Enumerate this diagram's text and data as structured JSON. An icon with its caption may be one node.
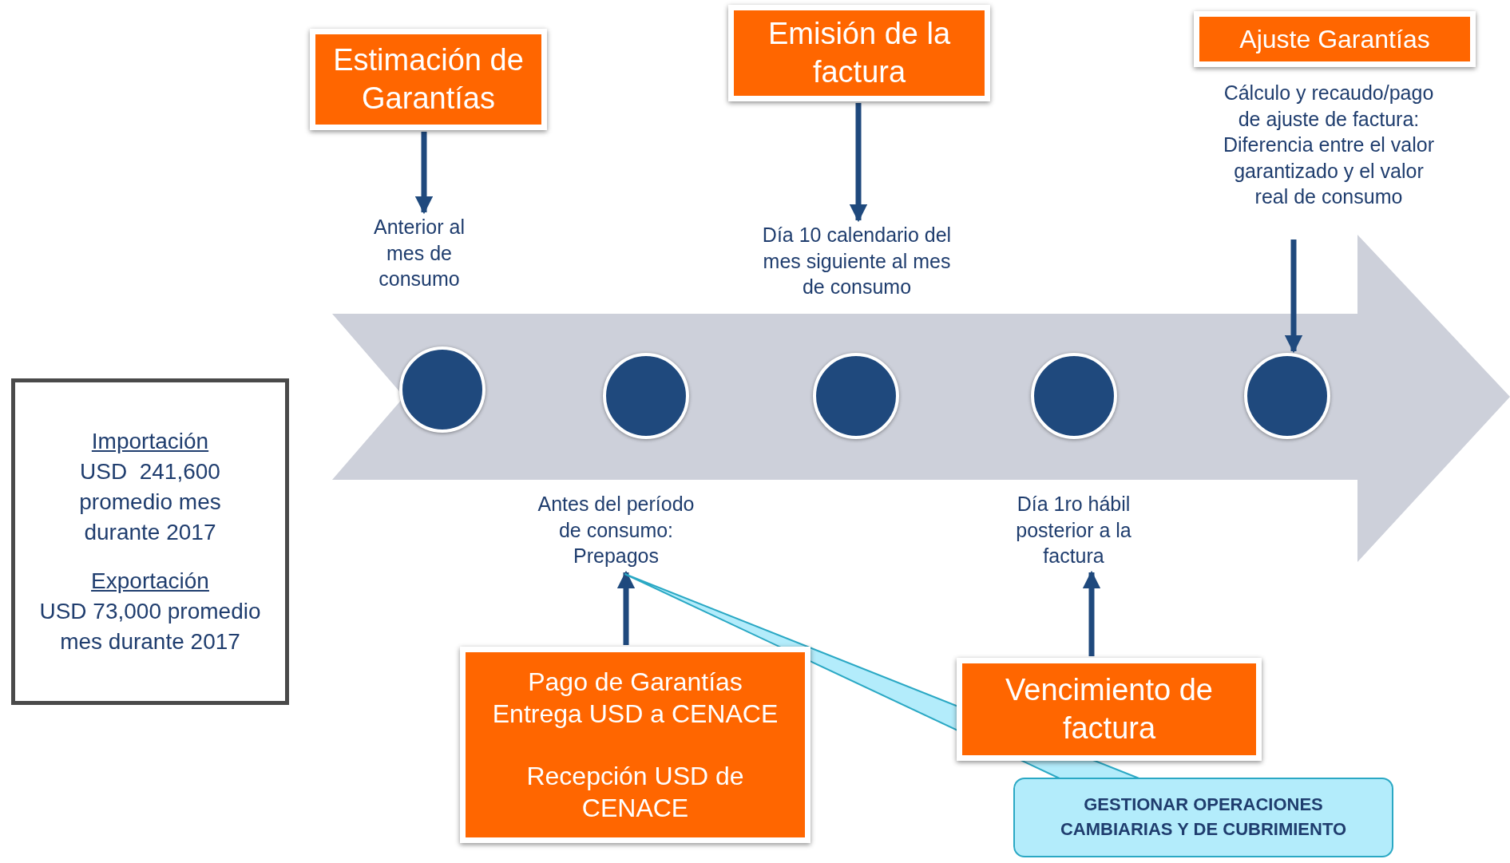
{
  "diagram": {
    "nodes": [
      {
        "text": [
          "Estimación de Garantías"
        ]
      },
      {
        "text": [
          "Anterior al mes de consumo"
        ]
      },
      {
        "text": [
          "Emisión de la factura"
        ]
      },
      {
        "text": [
          "Día 10 calendario del mes siguiente al mes de consumo"
        ]
      },
      {
        "text": [
          "Ajuste Garantías"
        ]
      },
      {
        "text": [
          "Cálculo y recaudo/pago de ajuste de factura: Diferencia entre el valor garantizado y el valor real de consumo"
        ]
      },
      {
        "text": [
          "Antes del período de consumo: Prepagos"
        ]
      },
      {
        "text": [
          "Pago de Garantías",
          "Entrega USD a CENACE",
          "Recepción USD de CENACE"
        ]
      },
      {
        "text": [
          "Día 1ro hábil posterior a la factura"
        ]
      },
      {
        "text": [
          "Vencimiento de factura"
        ]
      },
      {
        "text": [
          "GESTIONAR OPERACIONES CAMBIARIAS Y DE CUBRIMIENTO"
        ]
      },
      {
        "text": [
          "Importación",
          "USD  241,600 promedio mes durante 2017",
          "Exportación",
          "USD 73,000 promedio mes durante 2017"
        ]
      },
      {
        "text": [],
        "shape": "circle"
      },
      {
        "text": [],
        "shape": "circle"
      },
      {
        "text": [],
        "shape": "circle"
      },
      {
        "text": [],
        "shape": "circle"
      },
      {
        "text": [],
        "shape": "circle"
      }
    ],
    "edges": [
      {
        "from": 0,
        "to": 1,
        "arrow": "to"
      },
      {
        "from": 2,
        "to": 3,
        "arrow": "to"
      },
      {
        "from": 5,
        "to": 16,
        "arrow": "to"
      },
      {
        "from": 7,
        "to": 6,
        "arrow": "to"
      },
      {
        "from": 9,
        "to": 8,
        "arrow": "to"
      },
      {
        "from": 10,
        "to": 6,
        "arrow": "none"
      }
    ]
  }
}
